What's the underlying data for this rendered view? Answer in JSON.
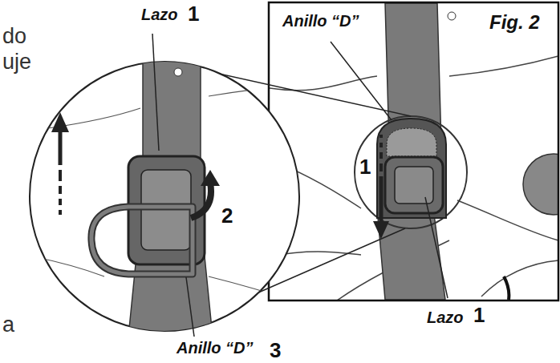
{
  "diagram": {
    "labels": [
      "Lazo",
      "1",
      "Anillo “D”",
      "Fig. 2",
      "1",
      "Lazo",
      "1",
      "2",
      "Anillo “D”",
      "3",
      "do",
      "uje",
      "a"
    ]
  }
}
